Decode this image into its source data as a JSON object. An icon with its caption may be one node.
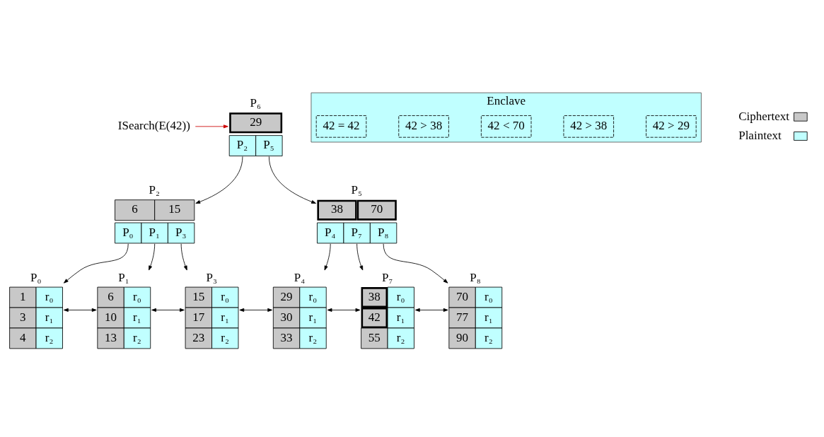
{
  "diagram": {
    "nodes": [
      {
        "text": [
          "P₆",
          "29",
          "P₂",
          "P₅"
        ]
      },
      {
        "text": [
          "ISearch(E(42))"
        ]
      },
      {
        "text": [
          "Enclave"
        ]
      },
      {
        "text": [
          "42 > 29"
        ],
        "in": 2
      },
      {
        "text": [
          "42 > 38"
        ],
        "in": 2
      },
      {
        "text": [
          "42 < 70"
        ],
        "in": 2
      },
      {
        "text": [
          "42 > 38"
        ],
        "in": 2
      },
      {
        "text": [
          "42 = 42"
        ],
        "in": 2
      },
      {
        "text": [
          "P₂",
          "6",
          "15",
          "P₀",
          "P₁",
          "P₃"
        ]
      },
      {
        "text": [
          "P₅",
          "38",
          "70",
          "P₄",
          "P₇",
          "P₈"
        ]
      },
      {
        "text": [
          "P₀",
          "1",
          "r₀",
          "3",
          "r₁",
          "4",
          "r₂"
        ]
      },
      {
        "text": [
          "P₁",
          "6",
          "r₀",
          "10",
          "r₁",
          "13",
          "r₂"
        ]
      },
      {
        "text": [
          "P₃",
          "15",
          "r₀",
          "17",
          "r₁",
          "23",
          "r₂"
        ]
      },
      {
        "text": [
          "P₄",
          "29",
          "r₀",
          "30",
          "r₁",
          "33",
          "r₂"
        ]
      },
      {
        "text": [
          "P₇",
          "38",
          "r₀",
          "42",
          "r₁",
          "55",
          "r₂"
        ]
      },
      {
        "text": [
          "P₈",
          "70",
          "r₀",
          "77",
          "r₁",
          "90",
          "r₂"
        ]
      }
    ],
    "edges": [
      {
        "from": 1,
        "to": 0,
        "arrow": "to",
        "color": "#cc0000"
      },
      {
        "from": 0,
        "to": 8,
        "arrow": "to"
      },
      {
        "from": 0,
        "to": 9,
        "arrow": "to"
      },
      {
        "from": 8,
        "to": 10,
        "arrow": "to"
      },
      {
        "from": 8,
        "to": 11,
        "arrow": "to"
      },
      {
        "from": 8,
        "to": 12,
        "arrow": "to"
      },
      {
        "from": 9,
        "to": 13,
        "arrow": "to"
      },
      {
        "from": 9,
        "to": 14,
        "arrow": "to"
      },
      {
        "from": 9,
        "to": 15,
        "arrow": "to"
      },
      {
        "from": 10,
        "to": 11,
        "arrow": "both"
      },
      {
        "from": 11,
        "to": 12,
        "arrow": "both"
      },
      {
        "from": 12,
        "to": 13,
        "arrow": "both"
      },
      {
        "from": 13,
        "to": 14,
        "arrow": "both"
      },
      {
        "from": 14,
        "to": 15,
        "arrow": "both"
      }
    ],
    "legend": [
      {
        "text": "Ciphertext",
        "color": "#c8c8c8"
      },
      {
        "text": "Plaintext",
        "color": "#c0ffff"
      }
    ]
  }
}
